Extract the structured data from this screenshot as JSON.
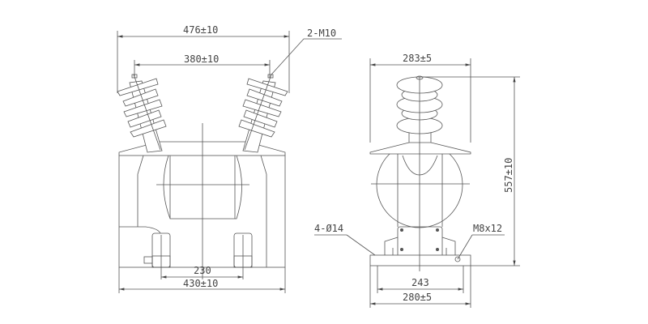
{
  "front_view": {
    "overall_width": "476±10",
    "terminal_spacing": "380±10",
    "terminal_label": "2-M10",
    "mount_spacing": "230",
    "base_width": "430±10"
  },
  "side_view": {
    "roof_width": "283±5",
    "height": "557±10",
    "hole_label": "4-Ø14",
    "ground_bolt_label": "M8x12",
    "mount_spacing": "243",
    "base_width": "280±5"
  },
  "colors": {
    "line": "#555555",
    "background": "#ffffff"
  }
}
